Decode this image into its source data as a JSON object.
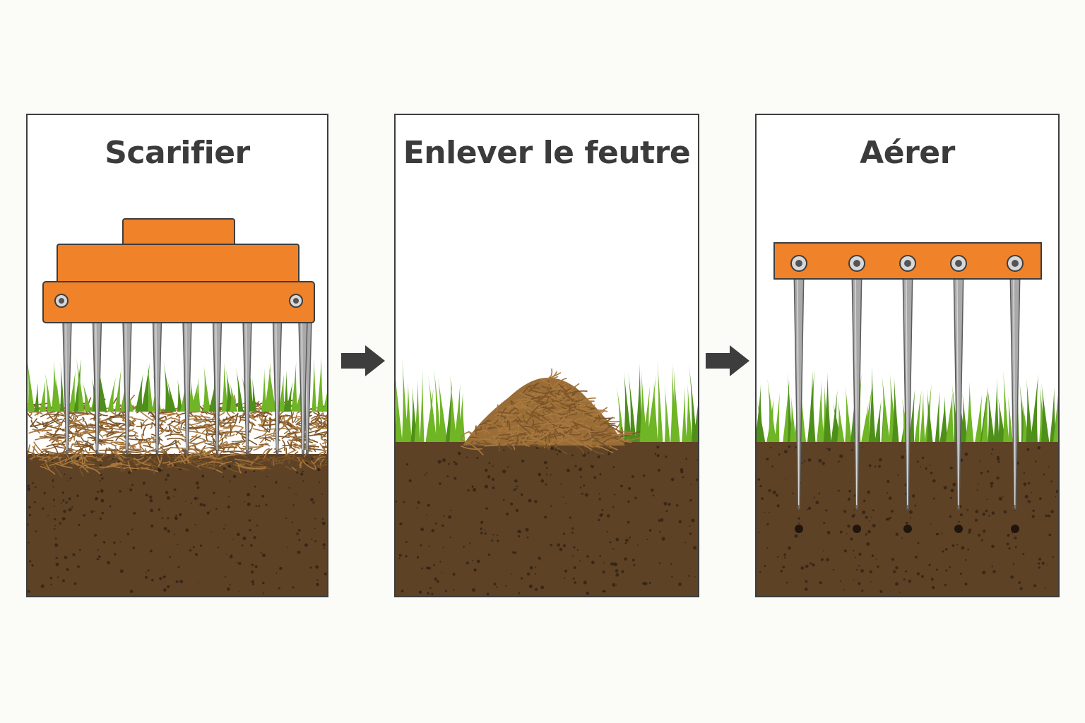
{
  "steps": [
    {
      "title": "Scarifier",
      "icon": "scarifier-rake-icon"
    },
    {
      "title": "Enlever le feutre",
      "icon": "thatch-pile-icon"
    },
    {
      "title": "Aérer",
      "icon": "aerator-tines-icon"
    }
  ],
  "arrows": [
    "arrow-right-icon",
    "arrow-right-icon"
  ],
  "colors": {
    "tool_orange": "#f08229",
    "tool_outline": "#3d3d3d",
    "tine_steel": "#a9a9a9",
    "grass_green": "#6fb526",
    "grass_dark": "#4e8f1a",
    "soil_brown": "#5e4226",
    "soil_speck": "#2e2014",
    "thatch_tan": "#a8783f",
    "arrow_gray": "#3d3d3d"
  }
}
